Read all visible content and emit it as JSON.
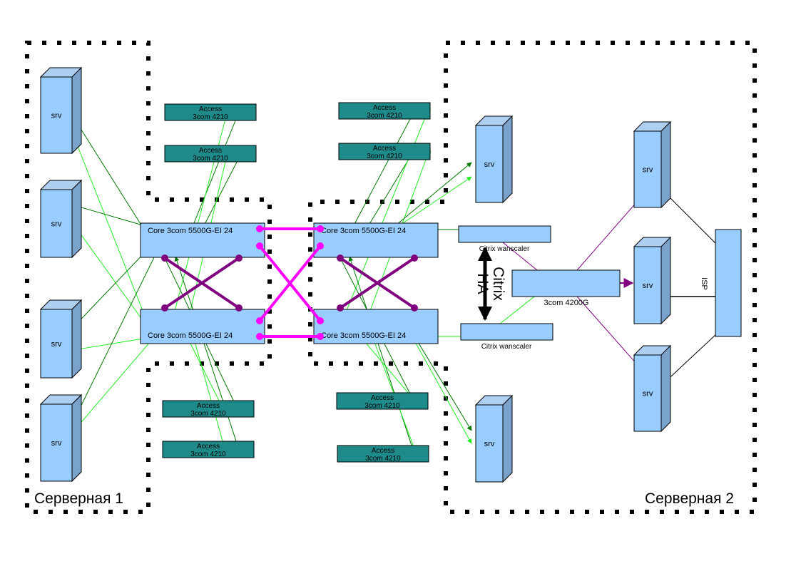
{
  "colors": {
    "server_fill": "#99ccff",
    "server_side": "#7aa3cc",
    "server_top": "#adcff0",
    "access_fill": "#1f8a8a",
    "core_fill": "#99ccff",
    "link_dark_green": "#007700",
    "link_light_green": "#22ee22",
    "link_purple": "#800080",
    "link_magenta": "#ff00ff",
    "link_black": "#000000"
  },
  "rooms": [
    {
      "id": "room1",
      "label": "Серверная 1"
    },
    {
      "id": "room2",
      "label": "Серверная 2"
    }
  ],
  "servers": [
    {
      "id": "s1",
      "label": "srv"
    },
    {
      "id": "s2",
      "label": "srv"
    },
    {
      "id": "s3",
      "label": "srv"
    },
    {
      "id": "s4",
      "label": "srv"
    },
    {
      "id": "s5",
      "label": "srv"
    },
    {
      "id": "s6",
      "label": "srv"
    },
    {
      "id": "s7",
      "label": "srv"
    },
    {
      "id": "s8",
      "label": "srv"
    },
    {
      "id": "s9",
      "label": "srv"
    }
  ],
  "core_switches": [
    {
      "id": "c1",
      "label": "Core 3com 5500G-EI 24"
    },
    {
      "id": "c2",
      "label": "Core 3com 5500G-EI 24"
    },
    {
      "id": "c3",
      "label": "Core 3com 5500G-EI 24"
    },
    {
      "id": "c4",
      "label": "Core 3com 5500G-EI 24"
    }
  ],
  "access_switches": [
    {
      "id": "a1",
      "line1": "Access",
      "line2": "3com 4210"
    },
    {
      "id": "a2",
      "line1": "Access",
      "line2": "3com 4210"
    },
    {
      "id": "a3",
      "line1": "Access",
      "line2": "3com 4210"
    },
    {
      "id": "a4",
      "line1": "Access",
      "line2": "3com 4210"
    },
    {
      "id": "a5",
      "line1": "Access",
      "line2": "3com 4210"
    },
    {
      "id": "a6",
      "line1": "Access",
      "line2": "3com 4210"
    },
    {
      "id": "a7",
      "line1": "Access",
      "line2": "3com 4210"
    },
    {
      "id": "a8",
      "line1": "Access",
      "line2": "3com 4210"
    }
  ],
  "citrix": [
    {
      "id": "w1",
      "label": "Citrix wanscaler"
    },
    {
      "id": "w2",
      "label": "Citrix wanscaler"
    }
  ],
  "citrix_ha": {
    "line1": "Citrix",
    "line2": "HA"
  },
  "edge_switch": {
    "id": "e1",
    "label": "3com 4200G"
  },
  "isp": {
    "id": "isp",
    "label": "ISP"
  }
}
